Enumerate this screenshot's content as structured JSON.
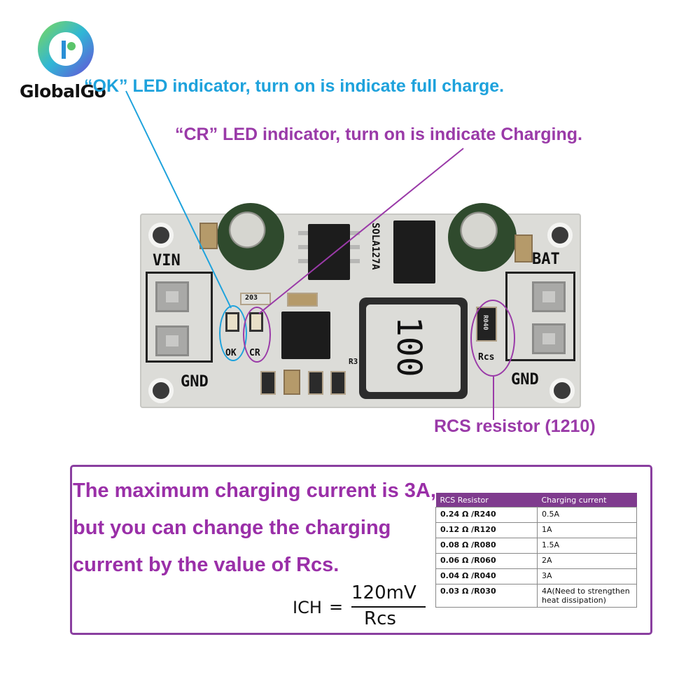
{
  "logo": {
    "brand": "GlobalGo"
  },
  "annotations": {
    "ok": "“OK”  LED indicator, turn on is indicate full charge.",
    "cr": "“CR”  LED indicator, turn on is indicate Charging.",
    "rcs": "RCS resistor (1210)"
  },
  "board": {
    "vin": "VIN",
    "bat": "BAT",
    "gnd_left": "GND",
    "gnd_right": "GND",
    "ok_led": "OK",
    "cr_led": "CR",
    "rcs_label": "Rcs",
    "rcs_code": "R040",
    "ic_marking": "SOLA127A",
    "inductor": "100",
    "ref_r3": "R3",
    "cap_code": "203"
  },
  "info": {
    "text": "The maximum charging current is 3A, but you can change the charging current by the value of Rcs.",
    "formula": {
      "lhs": "ICH",
      "eq": "=",
      "numerator": "120mV",
      "denominator": "Rcs"
    }
  },
  "table": {
    "headers": [
      "RCS Resistor",
      "Charging current"
    ],
    "rows": [
      [
        "0.24 Ω /R240",
        "0.5A"
      ],
      [
        "0.12 Ω /R120",
        "1A"
      ],
      [
        "0.08 Ω /R080",
        "1.5A"
      ],
      [
        "0.06 Ω /R060",
        "2A"
      ],
      [
        "0.04 Ω /R040",
        "3A"
      ],
      [
        "0.03 Ω /R030",
        "4A(Need to strengthen heat dissipation)"
      ]
    ]
  },
  "colors": {
    "accent_blue": "#1ea2dc",
    "accent_purple": "#9a3aa8",
    "table_header": "#7f3b8e"
  }
}
